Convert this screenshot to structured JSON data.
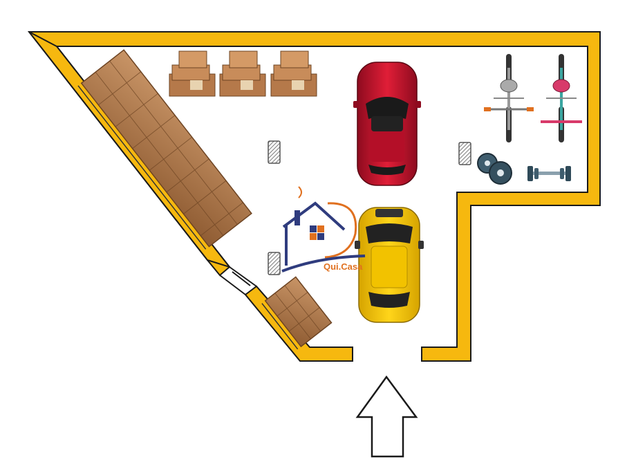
{
  "title": "",
  "logo": {
    "text": "Qui.Casa",
    "icon": "house-logo-icon"
  },
  "colors": {
    "wall": "#f6b80f",
    "wall_edge": "#1a1a1a",
    "floor": "#ffffff",
    "car_red": "#c8102e",
    "car_yellow": "#f4c20d",
    "box": "#b07a4a",
    "logo_navy": "#2f3c7e",
    "logo_orange": "#e0701f",
    "pillar_hatch": "#8a8a8a"
  },
  "items": [
    {
      "name": "boxes-stack",
      "count": 3
    },
    {
      "name": "long-shelving-boxes"
    },
    {
      "name": "small-shelving-boxes"
    },
    {
      "name": "red-car"
    },
    {
      "name": "yellow-car"
    },
    {
      "name": "bicycle-grey"
    },
    {
      "name": "bicycle-pink"
    },
    {
      "name": "weight-plates"
    },
    {
      "name": "dumbbell"
    },
    {
      "name": "support-pillar",
      "count": 3
    },
    {
      "name": "side-door"
    },
    {
      "name": "entrance-arrow"
    }
  ]
}
